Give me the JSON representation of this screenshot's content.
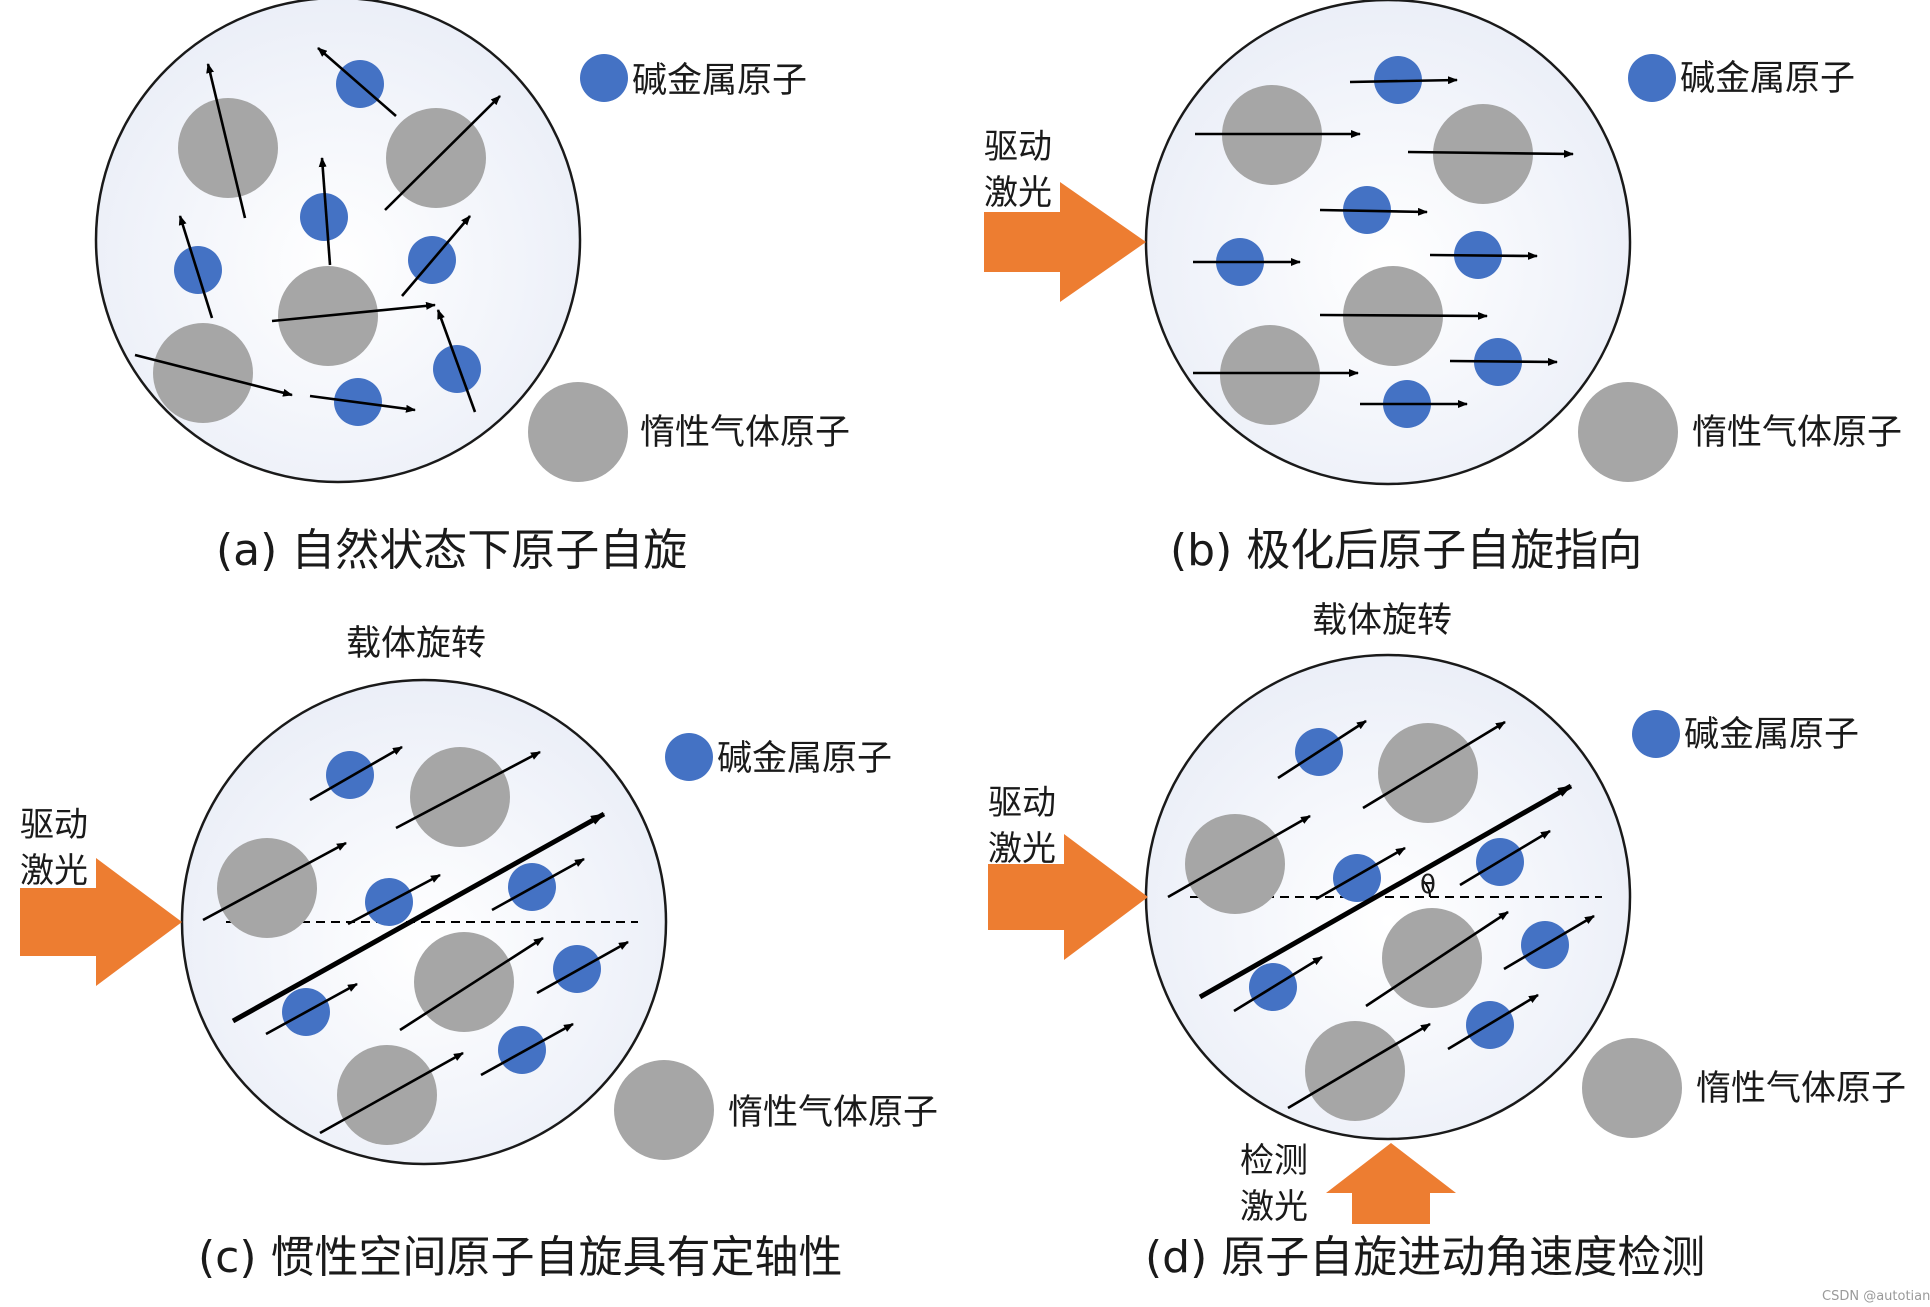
{
  "legend": {
    "alkali_atom": "碱金属原子",
    "inert_gas_atom": "惰性气体原子"
  },
  "labels": {
    "drive_laser_line1": "驱动",
    "drive_laser_line2": "激光",
    "detect_laser_line1": "检测",
    "detect_laser_line2": "激光",
    "carrier_rotation": "载体旋转",
    "theta": "θ"
  },
  "captions": {
    "a": "(a) 自然状态下原子自旋",
    "b": "(b) 极化后原子自旋指向",
    "c": "(c) 惯性空间原子自旋具有定轴性",
    "d": "(d) 原子自旋进动角速度检测"
  },
  "watermark": "CSDN @autotian",
  "colors": {
    "alkali": "#4472C4",
    "inert": "#A6A6A6",
    "laser": "#ED7D31",
    "outline": "#1a1a1a"
  }
}
